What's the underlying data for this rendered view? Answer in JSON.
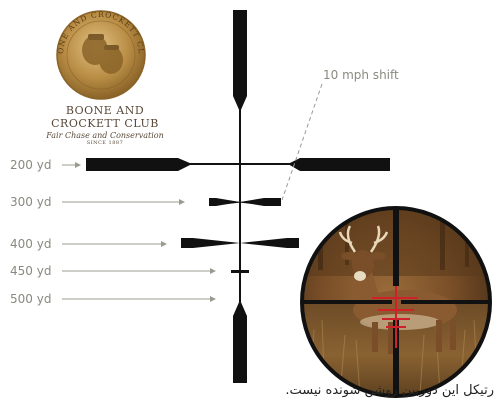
{
  "logo": {
    "seal_text": "BOONE AND CROCKETT CLUB",
    "name": "BOONE AND CROCKETT CLUB",
    "tagline": "Fair Chase and Conservation",
    "since": "SINCE 1887"
  },
  "shift_label": "10 mph shift",
  "ranges": [
    {
      "label": "200 yd"
    },
    {
      "label": "300 yd"
    },
    {
      "label": "400 yd"
    },
    {
      "label": "450 yd"
    },
    {
      "label": "500 yd"
    }
  ],
  "caption": "رتیکل این دوربین روشن شونده نیست.",
  "colors": {
    "reticle": "#111111",
    "pointer": "#9a9c90",
    "aim_red": "#d0202a",
    "logo_gold": "#b98d45"
  }
}
